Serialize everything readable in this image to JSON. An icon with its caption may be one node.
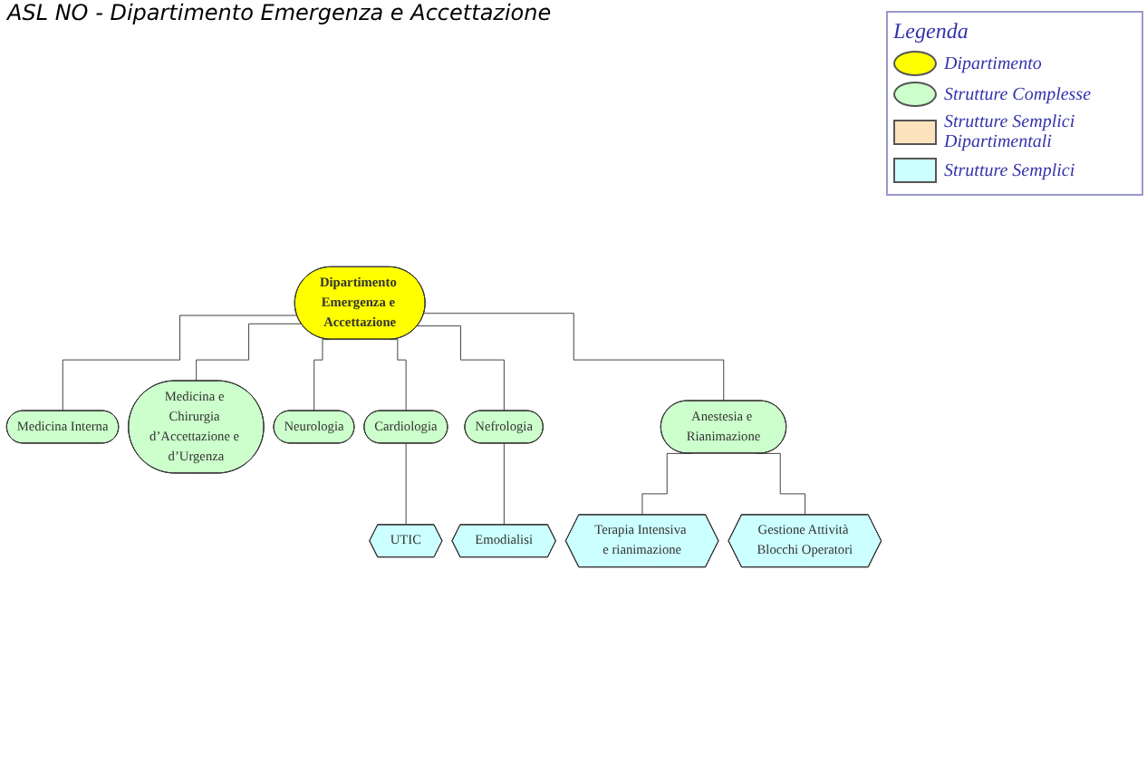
{
  "diagram": {
    "title": "ASL  NO  - Dipartimento Emergenza e Accettazione",
    "nodes": [
      {
        "text": [
          "Dipartimento Emergenza e Accettazione"
        ]
      },
      {
        "text": [
          "Medicina Interna"
        ]
      },
      {
        "text": [
          "Medicina e Chirurgia d’Accettazione e d’Urgenza"
        ]
      },
      {
        "text": [
          "Neurologia"
        ]
      },
      {
        "text": [
          "Cardiologia"
        ]
      },
      {
        "text": [
          "Nefrologia"
        ]
      },
      {
        "text": [
          "Anestesia e Rianimazione"
        ]
      },
      {
        "text": [
          "UTIC"
        ]
      },
      {
        "text": [
          "Emodialisi"
        ]
      },
      {
        "text": [
          "Terapia Intensiva e rianimazione"
        ]
      },
      {
        "text": [
          "Gestione Attività Blocchi Operatori"
        ]
      }
    ],
    "edges": [
      {
        "from": 0,
        "to": 1,
        "arrow": "none"
      },
      {
        "from": 0,
        "to": 2,
        "arrow": "none"
      },
      {
        "from": 0,
        "to": 3,
        "arrow": "none"
      },
      {
        "from": 0,
        "to": 4,
        "arrow": "none"
      },
      {
        "from": 0,
        "to": 5,
        "arrow": "none"
      },
      {
        "from": 0,
        "to": 6,
        "arrow": "none"
      },
      {
        "from": 4,
        "to": 7,
        "arrow": "none"
      },
      {
        "from": 5,
        "to": 8,
        "arrow": "none"
      },
      {
        "from": 6,
        "to": 9,
        "arrow": "none"
      },
      {
        "from": 6,
        "to": 10,
        "arrow": "none"
      }
    ],
    "legend": [
      {
        "text": "Legenda"
      },
      {
        "text": "Dipartimento",
        "color": "#ffff00"
      },
      {
        "text": "Strutture Complesse",
        "color": "#ccffcc"
      },
      {
        "text": "Strutture Semplici Dipartimentali",
        "color": "#fde3bd"
      },
      {
        "text": "Strutture Semplici",
        "color": "#ccffff"
      }
    ]
  }
}
